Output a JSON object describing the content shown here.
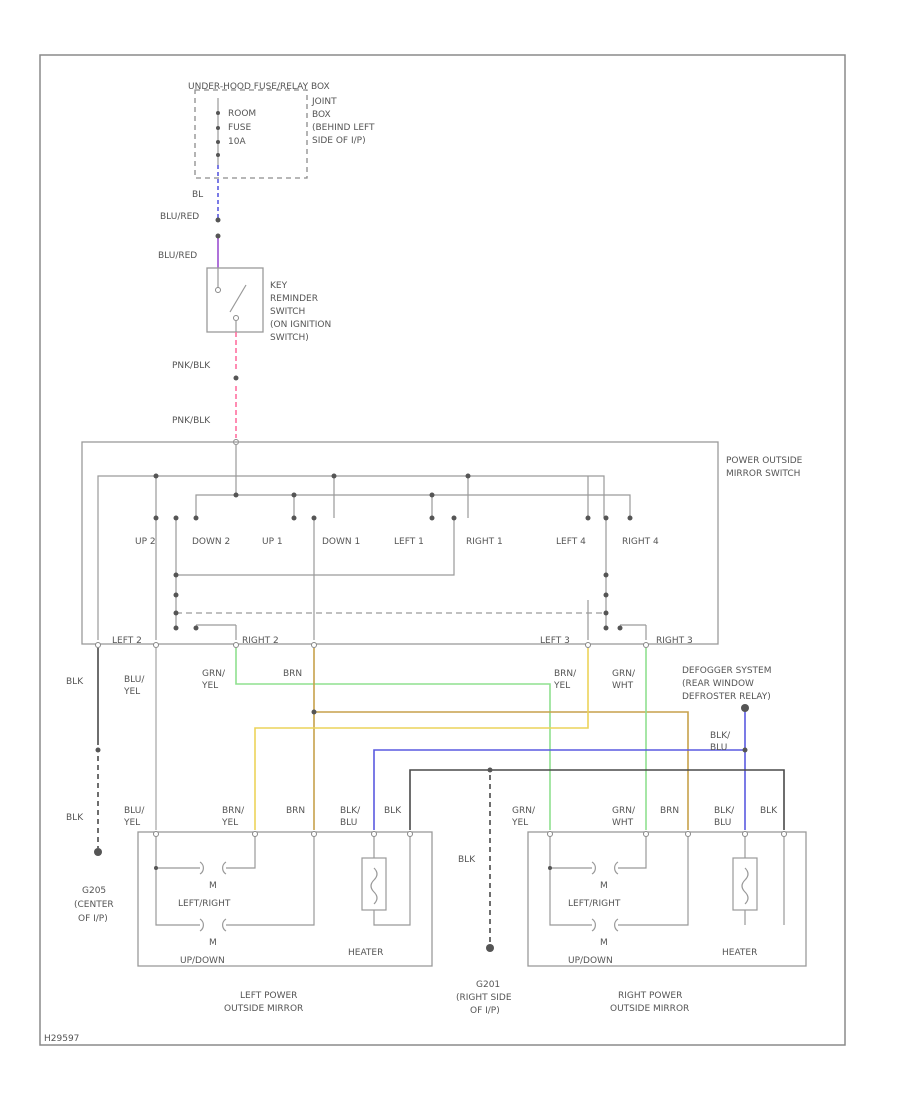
{
  "fuse_box": {
    "title": "UNDER-HOOD FUSE/RELAY BOX",
    "line1": "ROOM",
    "line2": "FUSE",
    "line3": "10A",
    "note1": "JOINT",
    "note2": "BOX",
    "note3": "(BEHIND LEFT",
    "note4": "SIDE OF I/P)"
  },
  "wires": {
    "bl": "BL",
    "blu_red_1": "BLU/RED",
    "blu_red_2": "BLU/RED",
    "pnk_blk_1": "PNK/BLK",
    "pnk_blk_2": "PNK/BLK",
    "blk_left": "BLK",
    "blk_left_lower": "BLK",
    "blu_yel_1": "BLU/",
    "blu_yel_1b": "YEL",
    "grn_yel_1": "GRN/",
    "grn_yel_1b": "YEL",
    "brn_1": "BRN",
    "brn_yel_1": "BRN/",
    "brn_yel_1b": "YEL",
    "grn_wht_1": "GRN/",
    "grn_wht_1b": "WHT",
    "blk_blu_r": "BLK/",
    "blk_blu_rb": "BLU",
    "blk_center": "BLK"
  },
  "key_switch": {
    "line1": "KEY",
    "line2": "REMINDER",
    "line3": "SWITCH",
    "line4": "(ON IGNITION",
    "line5": "SWITCH)"
  },
  "mirror_switch": {
    "title1": "POWER OUTSIDE",
    "title2": "MIRROR SWITCH",
    "contacts": [
      "UP 2",
      "DOWN 2",
      "UP 1",
      "DOWN 1",
      "LEFT 1",
      "RIGHT 1",
      "LEFT 4",
      "RIGHT 4"
    ],
    "terminals": [
      "LEFT 2",
      "RIGHT 2",
      "LEFT 3",
      "RIGHT 3"
    ]
  },
  "defogger": {
    "line1": "DEFOGGER SYSTEM",
    "line2": "(REAR WINDOW",
    "line3": "DEFROSTER RELAY)"
  },
  "left_mirror": {
    "pins": [
      "BLU/",
      "YEL",
      "BRN/",
      "YEL",
      "BRN",
      "BLK/",
      "BLU",
      "BLK"
    ],
    "motor1": "LEFT/RIGHT",
    "motor2": "UP/DOWN",
    "heater": "HEATER",
    "m": "M",
    "title1": "LEFT POWER",
    "title2": "OUTSIDE MIRROR"
  },
  "right_mirror": {
    "pins": [
      "GRN/",
      "YEL",
      "GRN/",
      "WHT",
      "BRN",
      "BLK/",
      "BLU",
      "BLK"
    ],
    "motor1": "LEFT/RIGHT",
    "motor2": "UP/DOWN",
    "heater": "HEATER",
    "m": "M",
    "title1": "RIGHT POWER",
    "title2": "OUTSIDE MIRROR"
  },
  "grounds": {
    "g1_1": "G205",
    "g1_2": "(CENTER",
    "g1_3": "OF I/P)",
    "g2_1": "G201",
    "g2_2": "(RIGHT SIDE",
    "g2_3": "OF I/P)"
  },
  "footer_code": "H29597",
  "colors": {
    "blue": "#5a5ae0",
    "purple": "#9b4fd0",
    "pink": "#ff6fa0",
    "green": "#8fe08f",
    "yellow": "#ecd35a",
    "brown": "#c7a14b",
    "gray": "#9a9a9a",
    "black": "#4a4a4a"
  }
}
